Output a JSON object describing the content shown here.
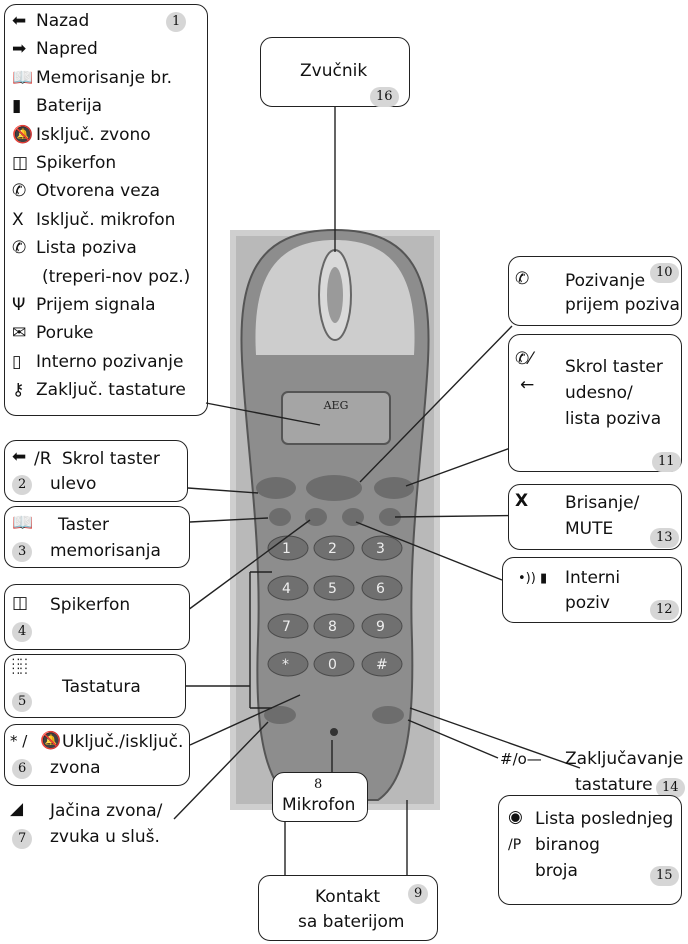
{
  "legend": {
    "badge": "1",
    "items": [
      {
        "icon": "left-arrow-icon",
        "label": "Nazad"
      },
      {
        "icon": "right-arrow-icon",
        "label": "Napred"
      },
      {
        "icon": "book-icon",
        "label": "Memorisanje br."
      },
      {
        "icon": "battery-icon",
        "label": "Baterija"
      },
      {
        "icon": "bell-off-icon",
        "label": "Isključ. zvono"
      },
      {
        "icon": "speaker-icon",
        "label": "Spikerfon"
      },
      {
        "icon": "handset-icon",
        "label": "Otvorena veza"
      },
      {
        "icon": "x-icon",
        "label": "Isključ. mikrofon"
      },
      {
        "icon": "call-list-icon",
        "label": "Lista poziva"
      },
      {
        "icon": "none",
        "label": "(treperi-nov poz.)"
      },
      {
        "icon": "antenna-icon",
        "label": "Prijem signala"
      },
      {
        "icon": "envelope-icon",
        "label": "Poruke"
      },
      {
        "icon": "intercom-icon",
        "label": "Interno pozivanje"
      },
      {
        "icon": "key-icon",
        "label": "Zaključ. tastature"
      }
    ]
  },
  "callouts": {
    "c16": {
      "text": "Zvučnik",
      "num": "16"
    },
    "c10": {
      "line1": "Pozivanje",
      "line2": "prijem poziva",
      "num": "10"
    },
    "c11": {
      "line1": "Skrol taster",
      "line2": "udesno/",
      "line3": "lista poziva",
      "num": "11"
    },
    "c13": {
      "sym": "X",
      "line1": "Brisanje/",
      "line2": "MUTE",
      "num": "13"
    },
    "c12": {
      "line1": "Interni",
      "line2": "poziv",
      "num": "12"
    },
    "c14": {
      "sym": "#/o—",
      "line1": "Zaključavanje",
      "line2": "tastature",
      "num": "14"
    },
    "c15": {
      "sym": "/P",
      "line1": "Lista poslednjeg",
      "line2": "biranog",
      "line3": "broja",
      "num": "15"
    },
    "c2": {
      "sym": "/R",
      "line1": "Skrol taster",
      "line2": "ulevo",
      "num": "2"
    },
    "c3": {
      "line1": "Taster",
      "line2": "memorisanja",
      "num": "3"
    },
    "c4": {
      "line1": "Spikerfon",
      "num": "4"
    },
    "c5": {
      "line1": "Tastatura",
      "num": "5"
    },
    "c6": {
      "sym": "* /",
      "line1": "Uključ./isključ.",
      "line2": "zvona",
      "num": "6"
    },
    "c7": {
      "line1": "Jačina zvona/",
      "line2": "zvuka u sluš.",
      "num": "7"
    },
    "c8": {
      "num": "8",
      "text": "Mikrofon"
    },
    "c9": {
      "line1": "Kontakt",
      "line2": "sa baterijom",
      "num": "9"
    }
  },
  "phone": {
    "brand": "AEG",
    "keys": [
      "1",
      "2",
      "3",
      "4",
      "5",
      "6",
      "7",
      "8",
      "9",
      "*",
      "0",
      "#"
    ]
  }
}
